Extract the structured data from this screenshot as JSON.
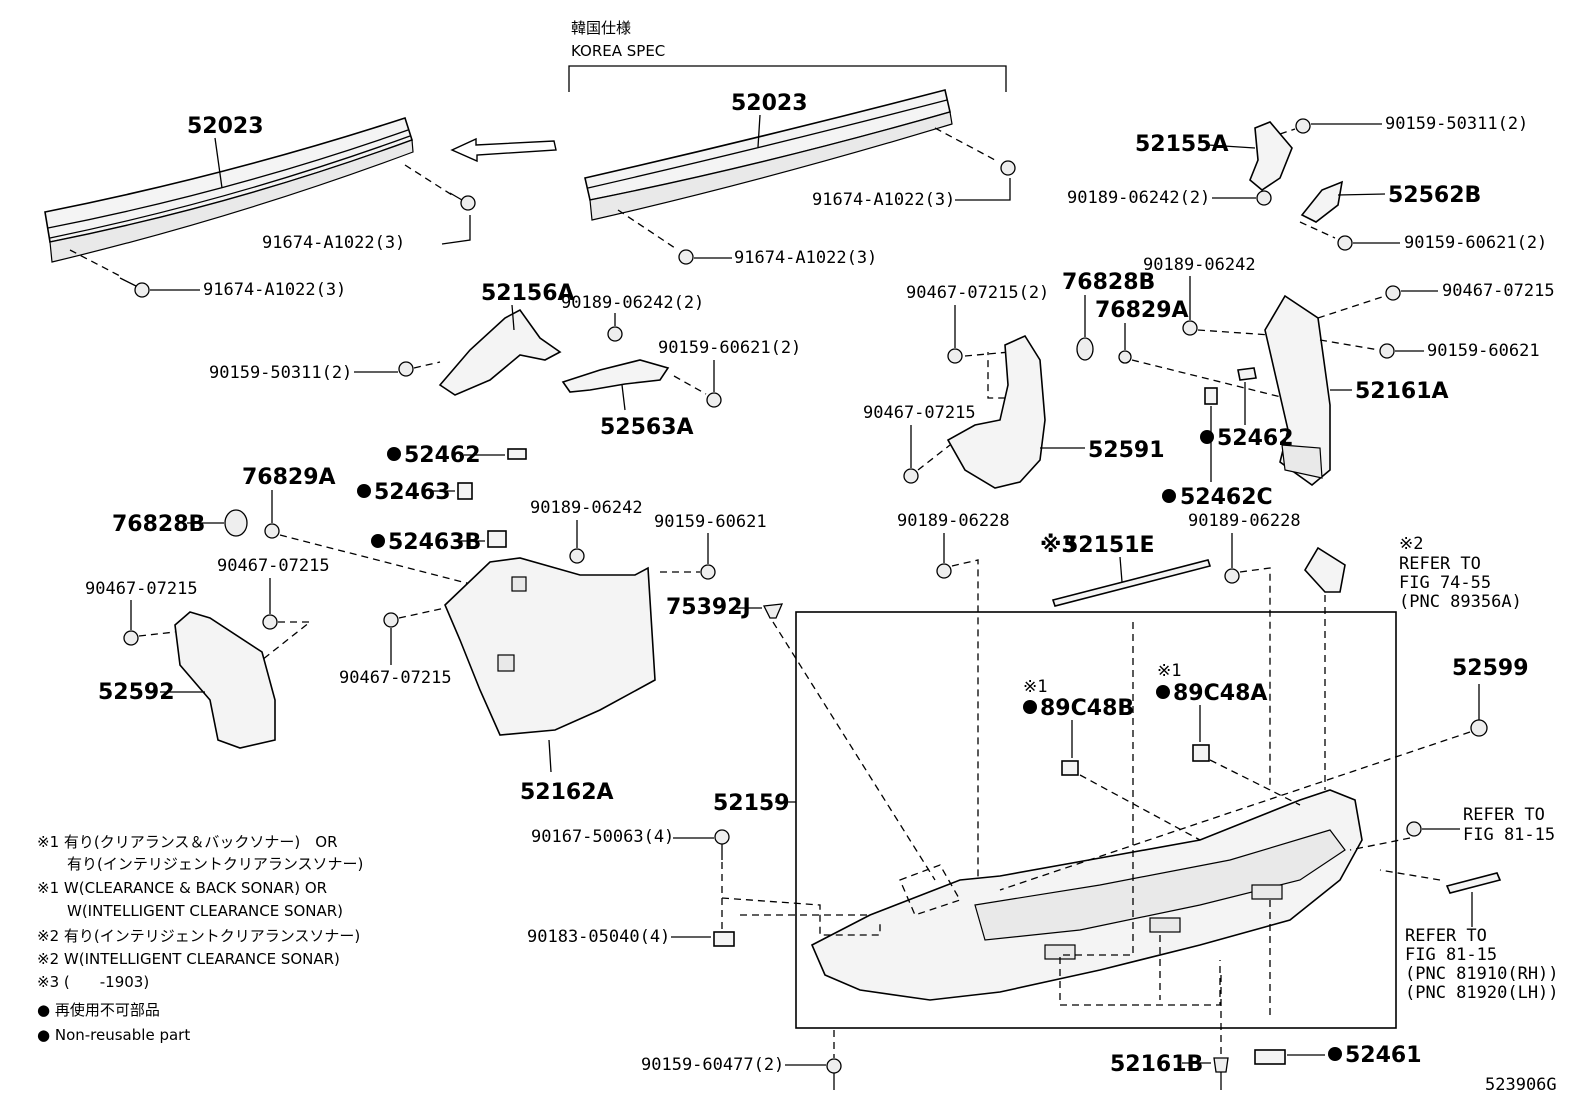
{
  "korea_spec": {
    "jp": "韓国仕様",
    "en": "KOREA SPEC"
  },
  "labels": {
    "reinf_left": "52023",
    "reinf_korea": "52023",
    "bolt_left_a": "91674-A1022(3)",
    "bolt_left_b": "91674-A1022(3)",
    "bolt_korea_a": "91674-A1022(3)",
    "bolt_korea_b": "91674-A1022(3)",
    "p52155a": "52155A",
    "p90159_50311_r": "90159-50311(2)",
    "p90189_06242_r2": "90189-06242(2)",
    "p52562b": "52562B",
    "p90159_60621_r2": "90159-60621(2)",
    "p52156a": "52156A",
    "p90189_06242_l2": "90189-06242(2)",
    "p90159_60621_l2": "90159-60621(2)",
    "p90159_50311_l": "90159-50311(2)",
    "p52563a": "52563A",
    "p90467_07215_c2": "90467-07215(2)",
    "p76828b_c": "76828B",
    "p76829a_c": "76829A",
    "p90189_06242_c": "90189-06242",
    "p90467_07215_r": "90467-07215",
    "p90159_60621_r": "90159-60621",
    "p52161a": "52161A",
    "p90467_07215_c": "90467-07215",
    "p52591": "52591",
    "p52462_r": "52462",
    "p52462c": "52462C",
    "p52462_l": "52462",
    "p52463": "52463",
    "p52463b": "52463B",
    "p76829a_l": "76829A",
    "p76828b_l": "76828B",
    "p90189_06242_m": "90189-06242",
    "p90159_60621_m": "90159-60621",
    "p90467_07215_l1": "90467-07215",
    "p90467_07215_l2": "90467-07215",
    "p90467_07215_m": "90467-07215",
    "p52592": "52592",
    "p52162a": "52162A",
    "p90189_06228_a": "90189-06228",
    "p90189_06228_b": "90189-06228",
    "p52151e": "52151E",
    "p52151e_mark": "※3",
    "p75392j": "75392J",
    "refer_74_55": [
      "※2",
      "REFER TO",
      "FIG 74-55",
      "(PNC 89356A)"
    ],
    "p52599": "52599",
    "p89c48b_mark": "※1",
    "p89c48b": "89C48B",
    "p89c48a_mark": "※1",
    "p89c48a": "89C48A",
    "p52159": "52159",
    "p90167_50063": "90167-50063(4)",
    "p90183_05040": "90183-05040(4)",
    "refer_81_15_a": [
      "REFER TO",
      "FIG 81-15"
    ],
    "refer_81_15_b": [
      "REFER TO",
      "FIG 81-15",
      "(PNC 81910(RH))",
      "(PNC 81920(LH))"
    ],
    "p90159_60477": "90159-60477(2)",
    "p52161b": "52161B",
    "p52461": "52461",
    "diagram_id": "523906G"
  },
  "notes": [
    "※1 有り(クリアランス＆バックソナー)　OR",
    "　　有り(インテリジェントクリアランスソナー)",
    "※1 W(CLEARANCE & BACK SONAR) OR",
    "　　W(INTELLIGENT CLEARANCE SONAR)",
    "※2 有り(インテリジェントクリアランスソナー)",
    "※2 W(INTELLIGENT CLEARANCE SONAR)",
    "※3 (　　-1903)",
    "● 再使用不可部品",
    "● Non-reusable part"
  ]
}
